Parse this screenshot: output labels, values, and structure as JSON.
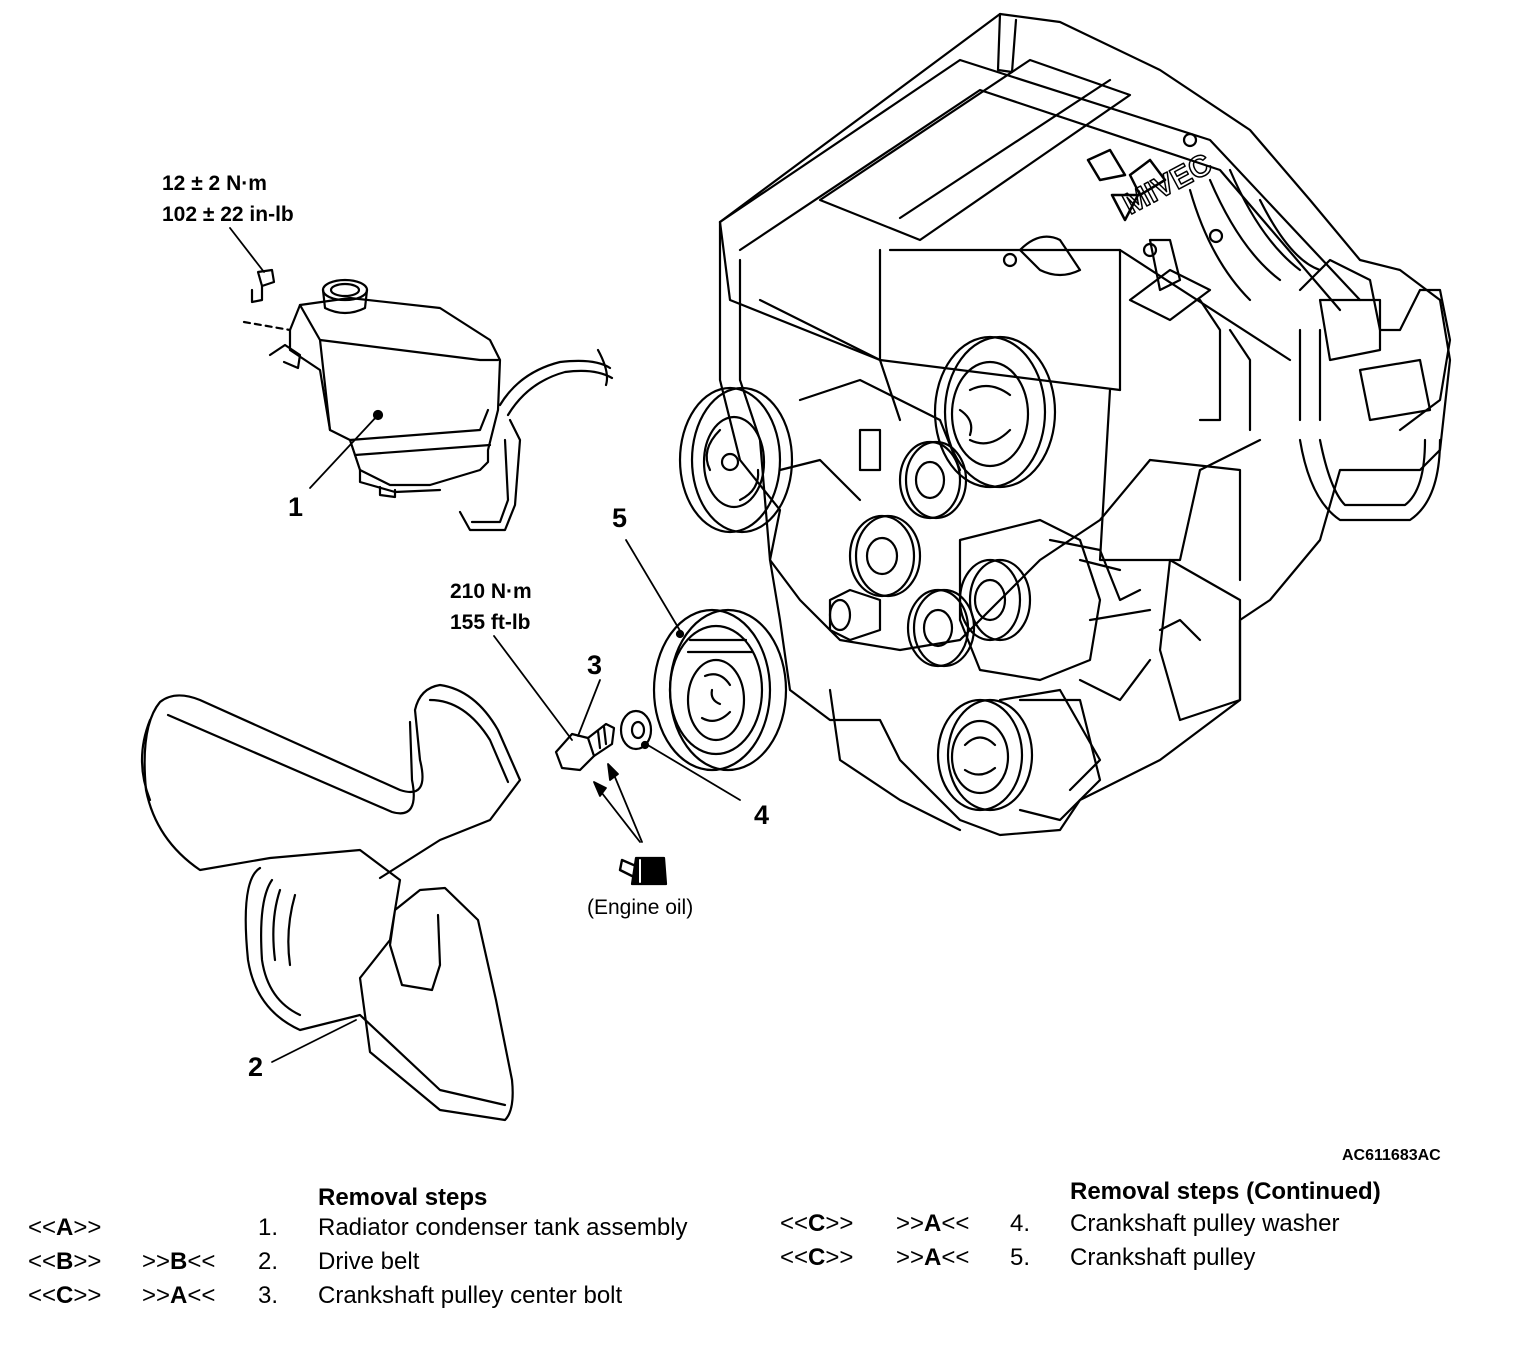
{
  "figure": {
    "id": "AC611683AC",
    "callouts": [
      "1",
      "2",
      "3",
      "4",
      "5"
    ],
    "torque_tank": [
      "12 ± 2 N·m",
      "102 ± 22 in-lb"
    ],
    "torque_bolt": [
      "210 N·m",
      "155 ft-lb"
    ],
    "engine_oil_note": "(Engine oil)",
    "engine_logo_text": "MIVEC"
  },
  "steps_left": {
    "title": "Removal steps",
    "rows": [
      {
        "code1_pre": "<<",
        "code1_letter": "A",
        "code1_post": ">>",
        "code2_pre": "",
        "code2_letter": "",
        "code2_post": "",
        "num": "1.",
        "text": "Radiator condenser tank assembly"
      },
      {
        "code1_pre": "<<",
        "code1_letter": "B",
        "code1_post": ">>",
        "code2_pre": ">>",
        "code2_letter": "B",
        "code2_post": "<<",
        "num": "2.",
        "text": "Drive belt"
      },
      {
        "code1_pre": "<<",
        "code1_letter": "C",
        "code1_post": ">>",
        "code2_pre": ">>",
        "code2_letter": "A",
        "code2_post": "<<",
        "num": "3.",
        "text": "Crankshaft pulley center bolt"
      }
    ]
  },
  "steps_right": {
    "title": "Removal steps (Continued)",
    "rows": [
      {
        "code1_pre": "<<",
        "code1_letter": "C",
        "code1_post": ">>",
        "code2_pre": ">>",
        "code2_letter": "A",
        "code2_post": "<<",
        "num": "4.",
        "text": "Crankshaft pulley washer"
      },
      {
        "code1_pre": "<<",
        "code1_letter": "C",
        "code1_post": ">>",
        "code2_pre": ">>",
        "code2_letter": "A",
        "code2_post": "<<",
        "num": "5.",
        "text": "Crankshaft pulley"
      }
    ]
  }
}
